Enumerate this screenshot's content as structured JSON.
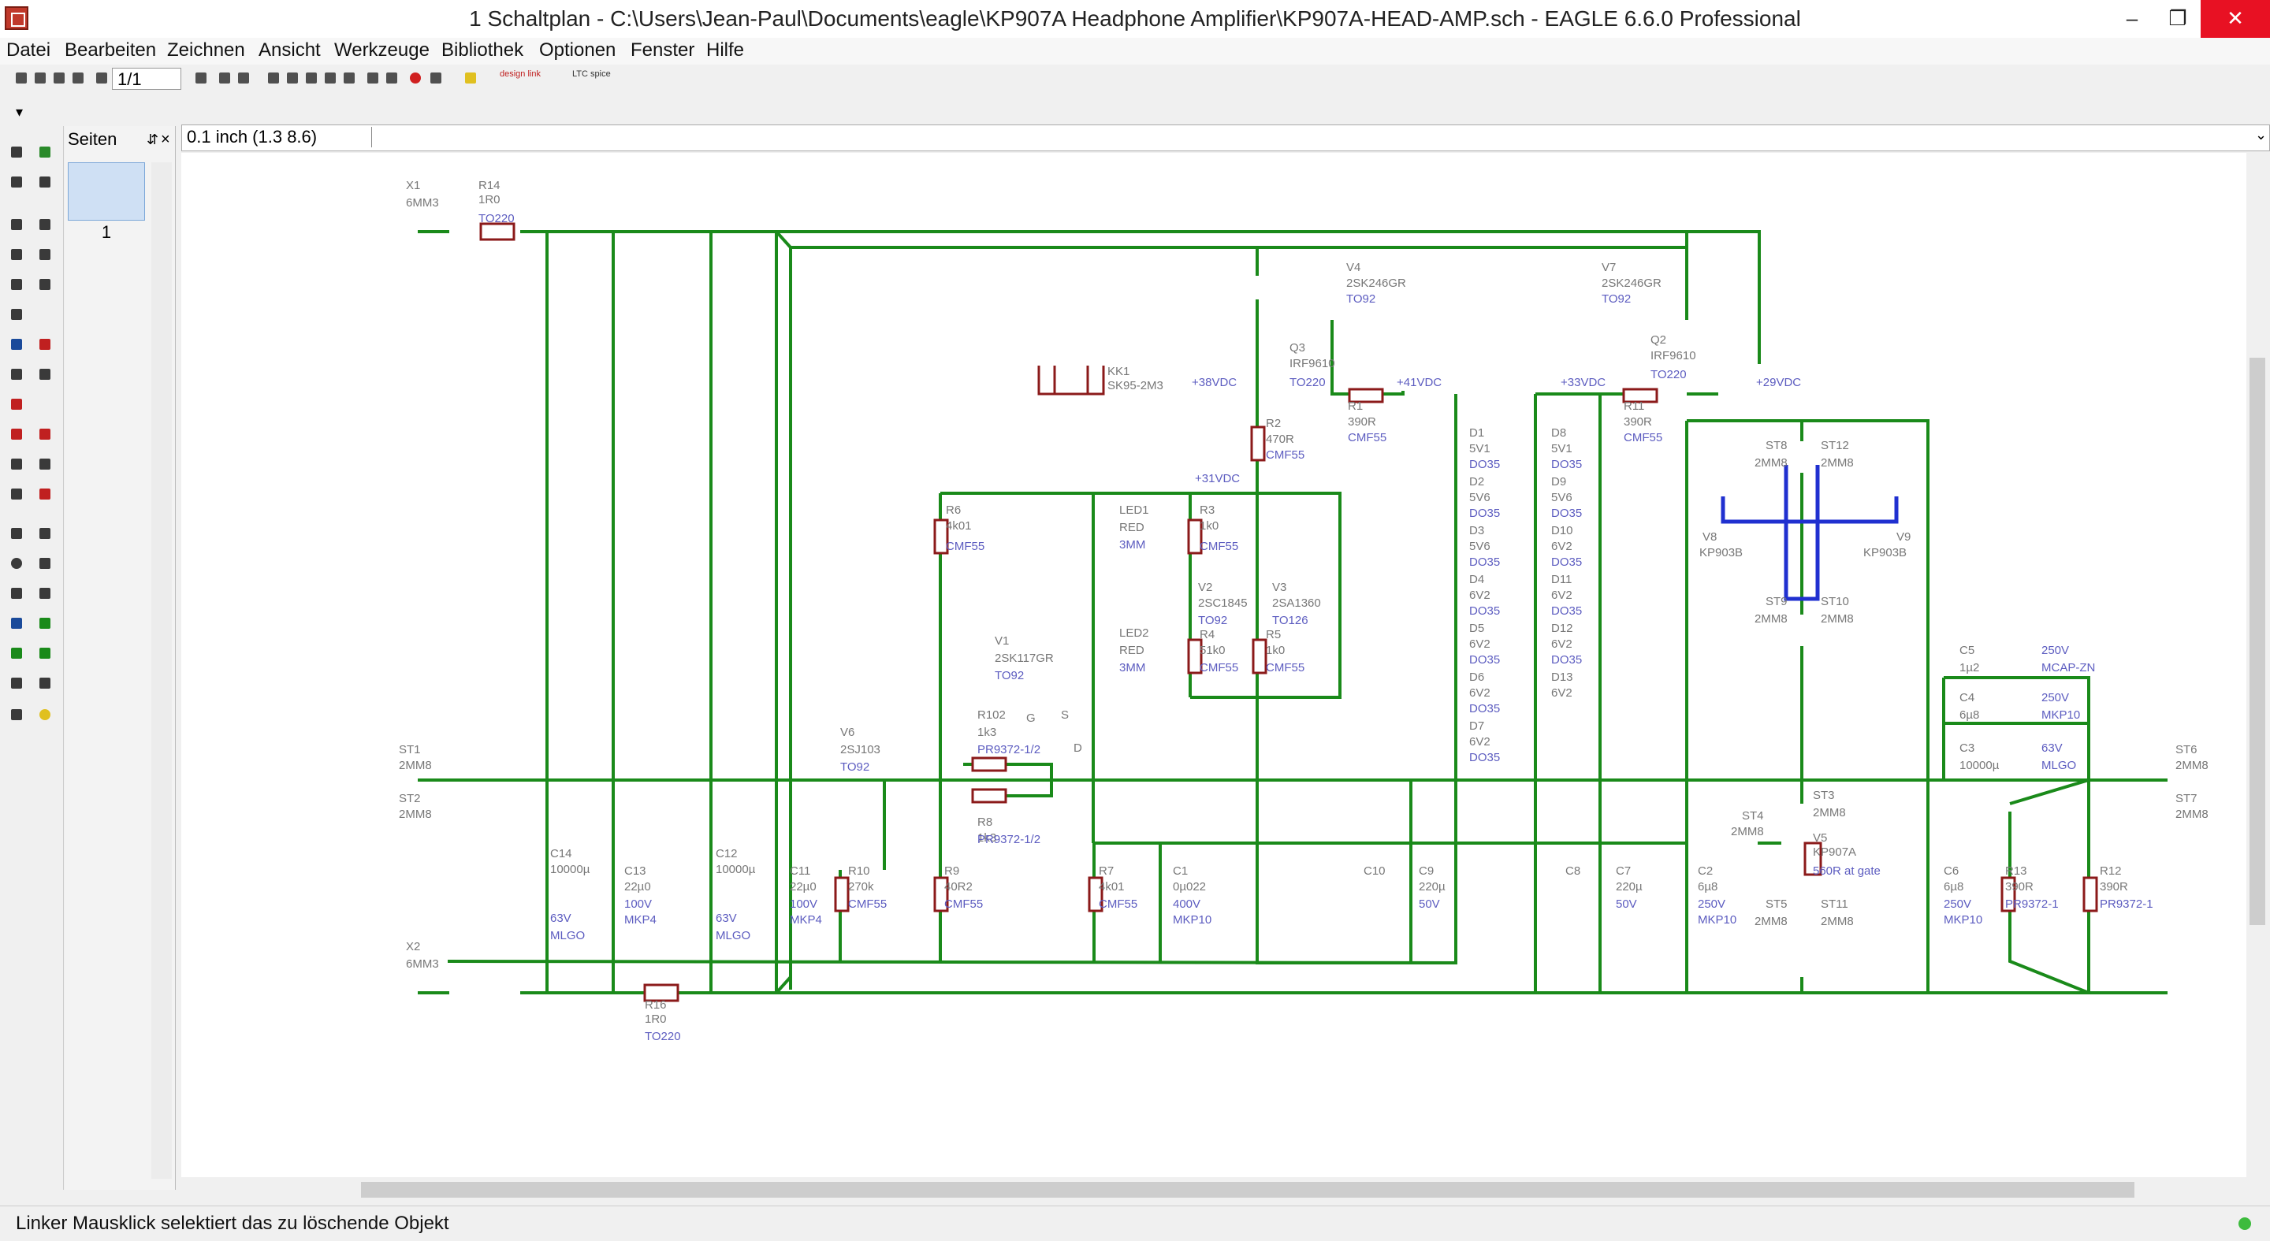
{
  "window": {
    "title": "1 Schaltplan - C:\\Users\\Jean-Paul\\Documents\\eagle\\KP907A Headphone Amplifier\\KP907A-HEAD-AMP.sch - EAGLE 6.6.0 Professional",
    "minimize": "–",
    "restore": "❐",
    "close": "✕"
  },
  "menu": [
    "Datei",
    "Bearbeiten",
    "Zeichnen",
    "Ansicht",
    "Werkzeuge",
    "Bibliothek",
    "Optionen",
    "Fenster",
    "Hilfe"
  ],
  "toolbar": {
    "zoom_value": "1/1",
    "design_link": "design link",
    "ltc_spice": "LTC spice"
  },
  "pages_panel": {
    "title": "Seiten",
    "page": "1",
    "close": "×",
    "pin": "⇵"
  },
  "coord": "0.1 inch (1.3 8.6)",
  "command": "",
  "status": "Linker Mausklick selektiert das zu löschende Objekt",
  "colors": {
    "net": "#1a8a1a",
    "part": "#8b1a1a",
    "value": "#5c5cc0",
    "name": "#777777",
    "bus": "#2030d0"
  },
  "schematic": {
    "labels": [
      {
        "t": "X1",
        "c": "name"
      },
      {
        "t": "6MM3",
        "c": "name"
      },
      {
        "t": "R14",
        "c": "name"
      },
      {
        "t": "1R0",
        "c": "name"
      },
      {
        "t": "TO220",
        "c": "value"
      },
      {
        "t": "X2",
        "c": "name"
      },
      {
        "t": "6MM3",
        "c": "name"
      },
      {
        "t": "R16",
        "c": "name"
      },
      {
        "t": "1R0",
        "c": "name"
      },
      {
        "t": "TO220",
        "c": "value"
      },
      {
        "t": "KK1",
        "c": "name"
      },
      {
        "t": "SK95-2M3",
        "c": "name"
      },
      {
        "t": "V4",
        "c": "name"
      },
      {
        "t": "2SK246GR",
        "c": "name"
      },
      {
        "t": "TO92",
        "c": "value"
      },
      {
        "t": "V7",
        "c": "name"
      },
      {
        "t": "2SK246GR",
        "c": "name"
      },
      {
        "t": "TO92",
        "c": "value"
      },
      {
        "t": "Q3",
        "c": "name"
      },
      {
        "t": "IRF9610",
        "c": "name"
      },
      {
        "t": "TO220",
        "c": "value"
      },
      {
        "t": "Q2",
        "c": "name"
      },
      {
        "t": "IRF9610",
        "c": "name"
      },
      {
        "t": "TO220",
        "c": "value"
      },
      {
        "t": "+38VDC",
        "c": "value"
      },
      {
        "t": "+41VDC",
        "c": "value"
      },
      {
        "t": "+33VDC",
        "c": "value"
      },
      {
        "t": "+29VDC",
        "c": "value"
      },
      {
        "t": "+31VDC",
        "c": "value"
      },
      {
        "t": "R1",
        "c": "name"
      },
      {
        "t": "390R",
        "c": "name"
      },
      {
        "t": "CMF55",
        "c": "value"
      },
      {
        "t": "R11",
        "c": "name"
      },
      {
        "t": "390R",
        "c": "name"
      },
      {
        "t": "CMF55",
        "c": "value"
      },
      {
        "t": "R2",
        "c": "name"
      },
      {
        "t": "470R",
        "c": "name"
      },
      {
        "t": "CMF55",
        "c": "value"
      },
      {
        "t": "R6",
        "c": "name"
      },
      {
        "t": "4k01",
        "c": "name"
      },
      {
        "t": "CMF55",
        "c": "value"
      },
      {
        "t": "R3",
        "c": "name"
      },
      {
        "t": "1k0",
        "c": "name"
      },
      {
        "t": "CMF55",
        "c": "value"
      },
      {
        "t": "R4",
        "c": "name"
      },
      {
        "t": "51k0",
        "c": "name"
      },
      {
        "t": "CMF55",
        "c": "value"
      },
      {
        "t": "R5",
        "c": "name"
      },
      {
        "t": "1k0",
        "c": "name"
      },
      {
        "t": "CMF55",
        "c": "value"
      },
      {
        "t": "LED1",
        "c": "name"
      },
      {
        "t": "RED",
        "c": "name"
      },
      {
        "t": "3MM",
        "c": "value"
      },
      {
        "t": "LED2",
        "c": "name"
      },
      {
        "t": "RED",
        "c": "name"
      },
      {
        "t": "3MM",
        "c": "value"
      },
      {
        "t": "V2",
        "c": "name"
      },
      {
        "t": "2SC1845",
        "c": "name"
      },
      {
        "t": "TO92",
        "c": "value"
      },
      {
        "t": "V3",
        "c": "name"
      },
      {
        "t": "2SA1360",
        "c": "name"
      },
      {
        "t": "TO126",
        "c": "value"
      },
      {
        "t": "V1",
        "c": "name"
      },
      {
        "t": "2SK117GR",
        "c": "name"
      },
      {
        "t": "TO92",
        "c": "value"
      },
      {
        "t": "V6",
        "c": "name"
      },
      {
        "t": "2SJ103",
        "c": "name"
      },
      {
        "t": "TO92",
        "c": "value"
      },
      {
        "t": "R102",
        "c": "name"
      },
      {
        "t": "1k3",
        "c": "name"
      },
      {
        "t": "PR9372-1/2",
        "c": "value"
      },
      {
        "t": "R8",
        "c": "name"
      },
      {
        "t": "1k3",
        "c": "name"
      },
      {
        "t": "PR9372-1/2",
        "c": "value"
      },
      {
        "t": "ST1",
        "c": "name"
      },
      {
        "t": "2MM8",
        "c": "name"
      },
      {
        "t": "ST2",
        "c": "name"
      },
      {
        "t": "2MM8",
        "c": "name"
      },
      {
        "t": "ST6",
        "c": "name"
      },
      {
        "t": "2MM8",
        "c": "name"
      },
      {
        "t": "ST7",
        "c": "name"
      },
      {
        "t": "2MM8",
        "c": "name"
      },
      {
        "t": "C14",
        "c": "name"
      },
      {
        "t": "10000µ",
        "c": "name"
      },
      {
        "t": "63V",
        "c": "value"
      },
      {
        "t": "MLGO",
        "c": "value"
      },
      {
        "t": "C13",
        "c": "name"
      },
      {
        "t": "22µ0",
        "c": "name"
      },
      {
        "t": "100V",
        "c": "value"
      },
      {
        "t": "MKP4",
        "c": "value"
      },
      {
        "t": "C12",
        "c": "name"
      },
      {
        "t": "10000µ",
        "c": "name"
      },
      {
        "t": "63V",
        "c": "value"
      },
      {
        "t": "MLGO",
        "c": "value"
      },
      {
        "t": "C11",
        "c": "name"
      },
      {
        "t": "22µ0",
        "c": "name"
      },
      {
        "t": "100V",
        "c": "value"
      },
      {
        "t": "MKP4",
        "c": "value"
      },
      {
        "t": "R10",
        "c": "name"
      },
      {
        "t": "270k",
        "c": "name"
      },
      {
        "t": "CMF55",
        "c": "value"
      },
      {
        "t": "R9",
        "c": "name"
      },
      {
        "t": "40R2",
        "c": "name"
      },
      {
        "t": "CMF55",
        "c": "value"
      },
      {
        "t": "R7",
        "c": "name"
      },
      {
        "t": "4k01",
        "c": "name"
      },
      {
        "t": "CMF55",
        "c": "value"
      },
      {
        "t": "C1",
        "c": "name"
      },
      {
        "t": "0µ022",
        "c": "name"
      },
      {
        "t": "400V",
        "c": "value"
      },
      {
        "t": "MKP10",
        "c": "value"
      },
      {
        "t": "C10",
        "c": "name"
      },
      {
        "t": "C9",
        "c": "name"
      },
      {
        "t": "220µ",
        "c": "name"
      },
      {
        "t": "50V",
        "c": "value"
      },
      {
        "t": "C8",
        "c": "name"
      },
      {
        "t": "C7",
        "c": "name"
      },
      {
        "t": "220µ",
        "c": "name"
      },
      {
        "t": "50V",
        "c": "value"
      },
      {
        "t": "C2",
        "c": "name"
      },
      {
        "t": "6µ8",
        "c": "name"
      },
      {
        "t": "250V",
        "c": "value"
      },
      {
        "t": "MKP10",
        "c": "value"
      },
      {
        "t": "C6",
        "c": "name"
      },
      {
        "t": "6µ8",
        "c": "name"
      },
      {
        "t": "250V",
        "c": "value"
      },
      {
        "t": "MKP10",
        "c": "value"
      },
      {
        "t": "C5",
        "c": "name"
      },
      {
        "t": "1µ2",
        "c": "name"
      },
      {
        "t": "250V",
        "c": "value"
      },
      {
        "t": "MCAP-ZN",
        "c": "value"
      },
      {
        "t": "C4",
        "c": "name"
      },
      {
        "t": "6µ8",
        "c": "name"
      },
      {
        "t": "250V",
        "c": "value"
      },
      {
        "t": "MKP10",
        "c": "value"
      },
      {
        "t": "C3",
        "c": "name"
      },
      {
        "t": "10000µ",
        "c": "name"
      },
      {
        "t": "63V",
        "c": "value"
      },
      {
        "t": "MLGO",
        "c": "value"
      },
      {
        "t": "R13",
        "c": "name"
      },
      {
        "t": "390R",
        "c": "name"
      },
      {
        "t": "PR9372-1",
        "c": "value"
      },
      {
        "t": "R12",
        "c": "name"
      },
      {
        "t": "390R",
        "c": "name"
      },
      {
        "t": "PR9372-1",
        "c": "value"
      },
      {
        "t": "ST8",
        "c": "name"
      },
      {
        "t": "2MM8",
        "c": "name"
      },
      {
        "t": "ST12",
        "c": "name"
      },
      {
        "t": "2MM8",
        "c": "name"
      },
      {
        "t": "ST9",
        "c": "name"
      },
      {
        "t": "2MM8",
        "c": "name"
      },
      {
        "t": "ST10",
        "c": "name"
      },
      {
        "t": "2MM8",
        "c": "name"
      },
      {
        "t": "V8",
        "c": "name"
      },
      {
        "t": "KP903B",
        "c": "name"
      },
      {
        "t": "V9",
        "c": "name"
      },
      {
        "t": "KP903B",
        "c": "name"
      },
      {
        "t": "ST4",
        "c": "name"
      },
      {
        "t": "2MM8",
        "c": "name"
      },
      {
        "t": "ST3",
        "c": "name"
      },
      {
        "t": "2MM8",
        "c": "name"
      },
      {
        "t": "V5",
        "c": "name"
      },
      {
        "t": "KP907A",
        "c": "name"
      },
      {
        "t": "560R at gate",
        "c": "value"
      },
      {
        "t": "ST5",
        "c": "name"
      },
      {
        "t": "2MM8",
        "c": "name"
      },
      {
        "t": "ST11",
        "c": "name"
      },
      {
        "t": "2MM8",
        "c": "name"
      },
      {
        "t": "D1",
        "c": "name"
      },
      {
        "t": "5V1",
        "c": "name"
      },
      {
        "t": "DO35",
        "c": "value"
      },
      {
        "t": "D2",
        "c": "name"
      },
      {
        "t": "5V6",
        "c": "name"
      },
      {
        "t": "DO35",
        "c": "value"
      },
      {
        "t": "D3",
        "c": "name"
      },
      {
        "t": "5V6",
        "c": "name"
      },
      {
        "t": "DO35",
        "c": "value"
      },
      {
        "t": "D4",
        "c": "name"
      },
      {
        "t": "6V2",
        "c": "name"
      },
      {
        "t": "DO35",
        "c": "value"
      },
      {
        "t": "D5",
        "c": "name"
      },
      {
        "t": "6V2",
        "c": "name"
      },
      {
        "t": "DO35",
        "c": "value"
      },
      {
        "t": "D6",
        "c": "name"
      },
      {
        "t": "6V2",
        "c": "name"
      },
      {
        "t": "DO35",
        "c": "value"
      },
      {
        "t": "D7",
        "c": "name"
      },
      {
        "t": "6V2",
        "c": "name"
      },
      {
        "t": "DO35",
        "c": "value"
      },
      {
        "t": "D8",
        "c": "name"
      },
      {
        "t": "5V1",
        "c": "name"
      },
      {
        "t": "DO35",
        "c": "value"
      },
      {
        "t": "D9",
        "c": "name"
      },
      {
        "t": "5V6",
        "c": "name"
      },
      {
        "t": "DO35",
        "c": "value"
      },
      {
        "t": "D10",
        "c": "name"
      },
      {
        "t": "6V2",
        "c": "name"
      },
      {
        "t": "DO35",
        "c": "value"
      },
      {
        "t": "D11",
        "c": "name"
      },
      {
        "t": "6V2",
        "c": "name"
      },
      {
        "t": "DO35",
        "c": "value"
      },
      {
        "t": "D12",
        "c": "name"
      },
      {
        "t": "6V2",
        "c": "name"
      },
      {
        "t": "DO35",
        "c": "value"
      },
      {
        "t": "D13",
        "c": "name"
      },
      {
        "t": "6V2",
        "c": "name"
      },
      {
        "t": "G",
        "c": "name"
      },
      {
        "t": "S",
        "c": "name"
      },
      {
        "t": "D",
        "c": "name"
      }
    ]
  }
}
